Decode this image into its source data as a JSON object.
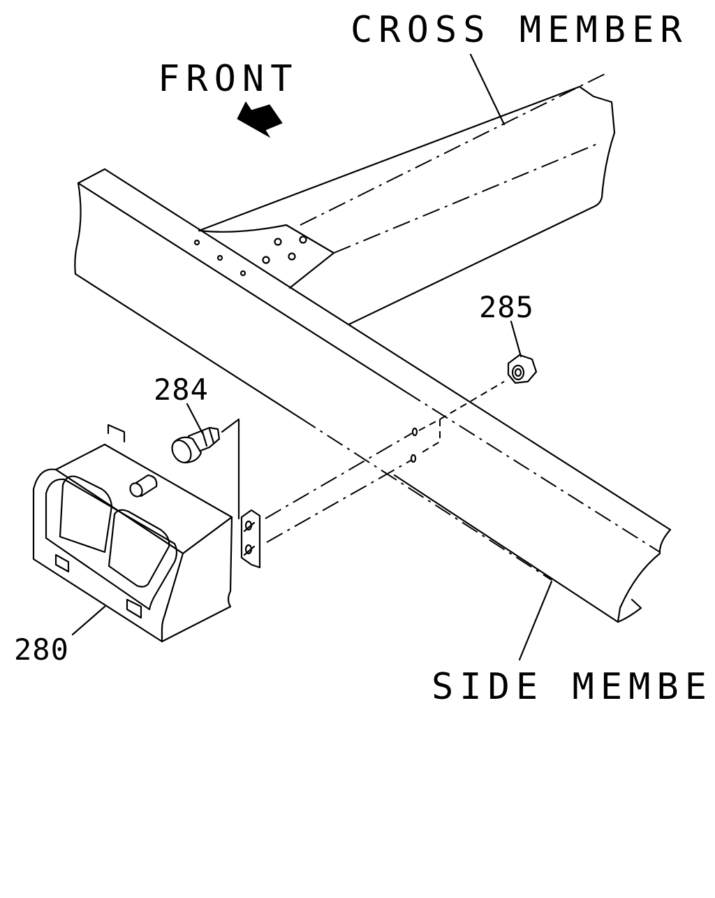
{
  "labels": {
    "front": "FRONT",
    "cross_member": "CROSS MEMBER",
    "side_member": "SIDE MEMBER"
  },
  "parts": {
    "p280": "280",
    "p284": "284",
    "p285": "285"
  },
  "icons": {
    "direction": "arrow-icon"
  }
}
